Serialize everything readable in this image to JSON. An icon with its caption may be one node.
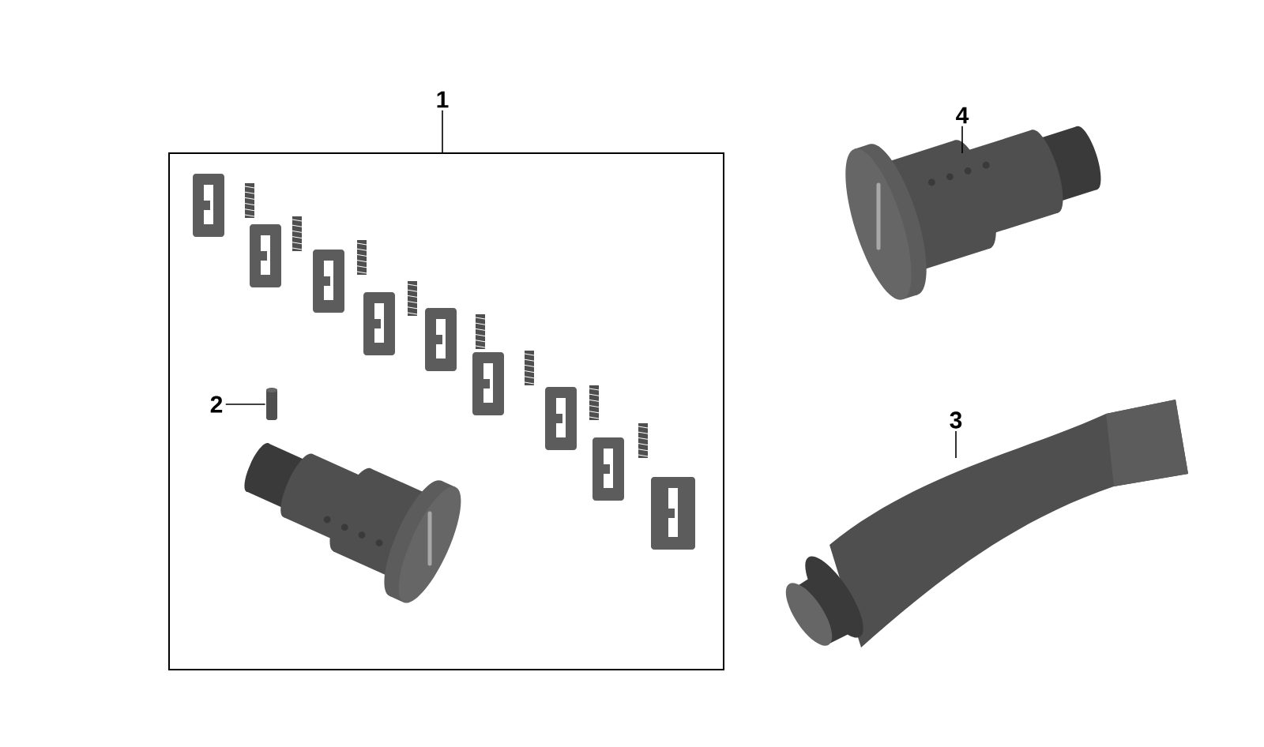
{
  "diagram": {
    "nodes": [
      {
        "text": [
          "1"
        ]
      },
      {
        "text": [],
        "shape": "box"
      },
      {
        "text": [
          "2"
        ],
        "in": 1
      },
      {
        "text": [],
        "shape": "picture",
        "in": 1
      },
      {
        "text": [
          "4"
        ]
      },
      {
        "text": [],
        "shape": "picture"
      },
      {
        "text": [
          "3"
        ]
      },
      {
        "text": [],
        "shape": "picture"
      }
    ],
    "edges": [
      {
        "from": 0,
        "to": 1,
        "arrow": "none"
      },
      {
        "from": 2,
        "to": 3,
        "arrow": "none"
      },
      {
        "from": 4,
        "to": 5,
        "arrow": "none"
      },
      {
        "from": 6,
        "to": 7,
        "arrow": "none"
      }
    ]
  }
}
